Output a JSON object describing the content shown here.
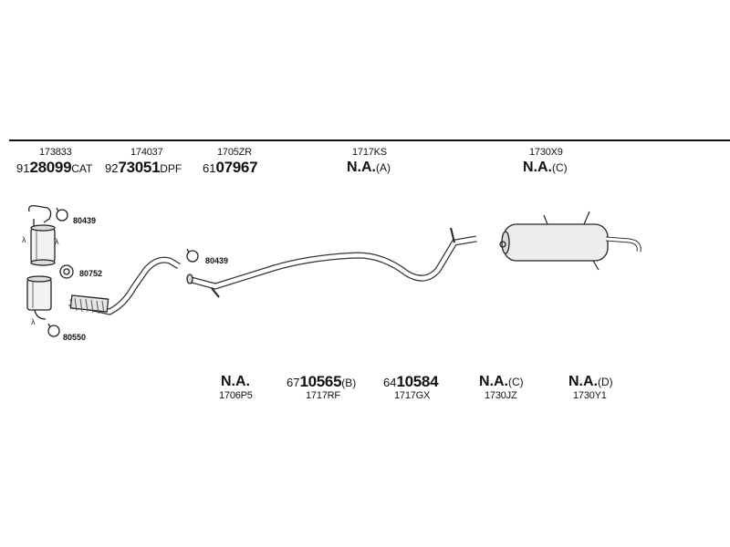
{
  "top_row": [
    {
      "ref": "173833",
      "prefix": "91",
      "code": "28099",
      "suffix": "CAT"
    },
    {
      "ref": "174037",
      "prefix": "92",
      "code": "73051",
      "suffix": "DPF"
    },
    {
      "ref": "1705ZR",
      "prefix": "61",
      "code": "07967",
      "suffix": ""
    },
    {
      "ref": "1717KS",
      "prefix": "",
      "code": "N.A.",
      "suffix": "(A)"
    },
    {
      "ref": "1730X9",
      "prefix": "",
      "code": "N.A.",
      "suffix": "(C)"
    }
  ],
  "bottom_row": [
    {
      "ref": "1706P5",
      "prefix": "",
      "code": "N.A.",
      "suffix": ""
    },
    {
      "ref": "1717RF",
      "prefix": "67",
      "code": "10565",
      "suffix": "(B)"
    },
    {
      "ref": "1717GX",
      "prefix": "64",
      "code": "10584",
      "suffix": ""
    },
    {
      "ref": "1730JZ",
      "prefix": "",
      "code": "N.A.",
      "suffix": "(C)"
    },
    {
      "ref": "1730Y1",
      "prefix": "",
      "code": "N.A.",
      "suffix": "(D)"
    }
  ],
  "small_parts": [
    "80439",
    "80752",
    "80550",
    "80439"
  ],
  "sensor_symbol": "λ"
}
